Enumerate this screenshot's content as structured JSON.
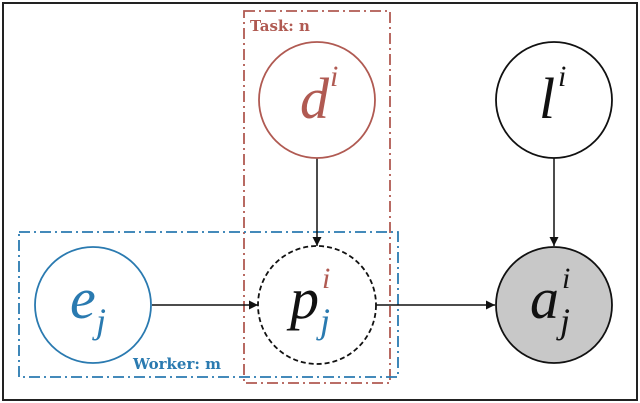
{
  "colors": {
    "border": "#222222",
    "task": "#b05a52",
    "worker": "#2a7ab0",
    "black": "#111111",
    "observed_fill": "#c8c8c8"
  },
  "plates": {
    "task_label": "Task: n",
    "worker_label": "Worker: m"
  },
  "nodes": {
    "d": {
      "main": "d",
      "sup": "i"
    },
    "l": {
      "main": "l",
      "sup": "i"
    },
    "e": {
      "main": "e",
      "sub": "j"
    },
    "p": {
      "main": "p",
      "sup": "i",
      "sub": "j"
    },
    "a": {
      "main": "a",
      "sup": "i",
      "sub": "j"
    }
  }
}
